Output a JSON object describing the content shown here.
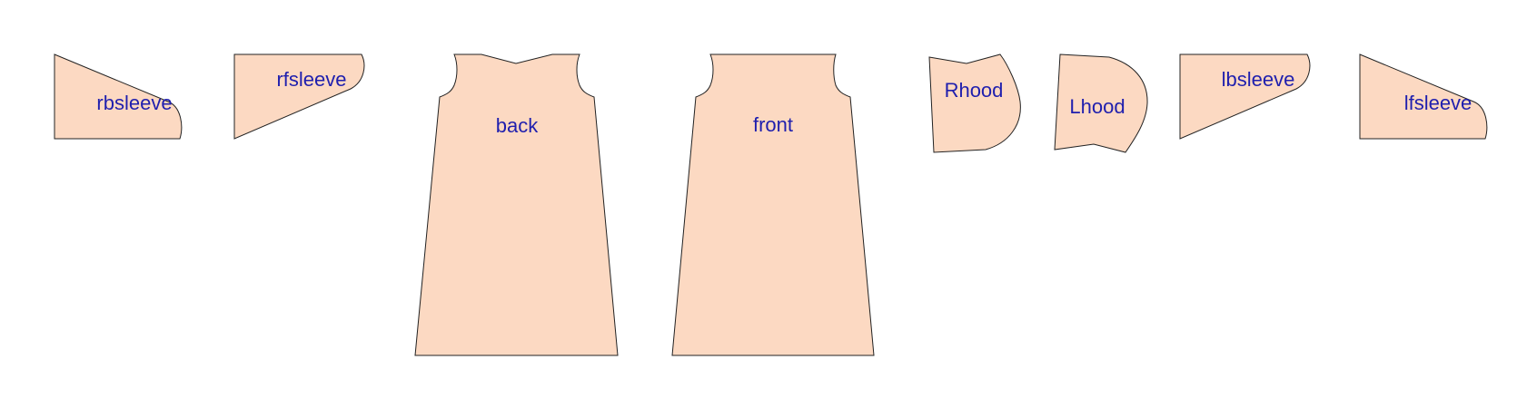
{
  "colors": {
    "fill": "#fcd9c2",
    "stroke": "#222222",
    "label": "#1f1fae",
    "background": "#ffffff"
  },
  "pieces": [
    {
      "id": "rbsleeve",
      "label": "rbsleeve"
    },
    {
      "id": "rfsleeve",
      "label": "rfsleeve"
    },
    {
      "id": "back",
      "label": "back"
    },
    {
      "id": "front",
      "label": "front"
    },
    {
      "id": "rhood",
      "label": "Rhood"
    },
    {
      "id": "lhood",
      "label": "Lhood"
    },
    {
      "id": "lbsleeve",
      "label": "lbsleeve"
    },
    {
      "id": "lfsleeve",
      "label": "lfsleeve"
    }
  ]
}
